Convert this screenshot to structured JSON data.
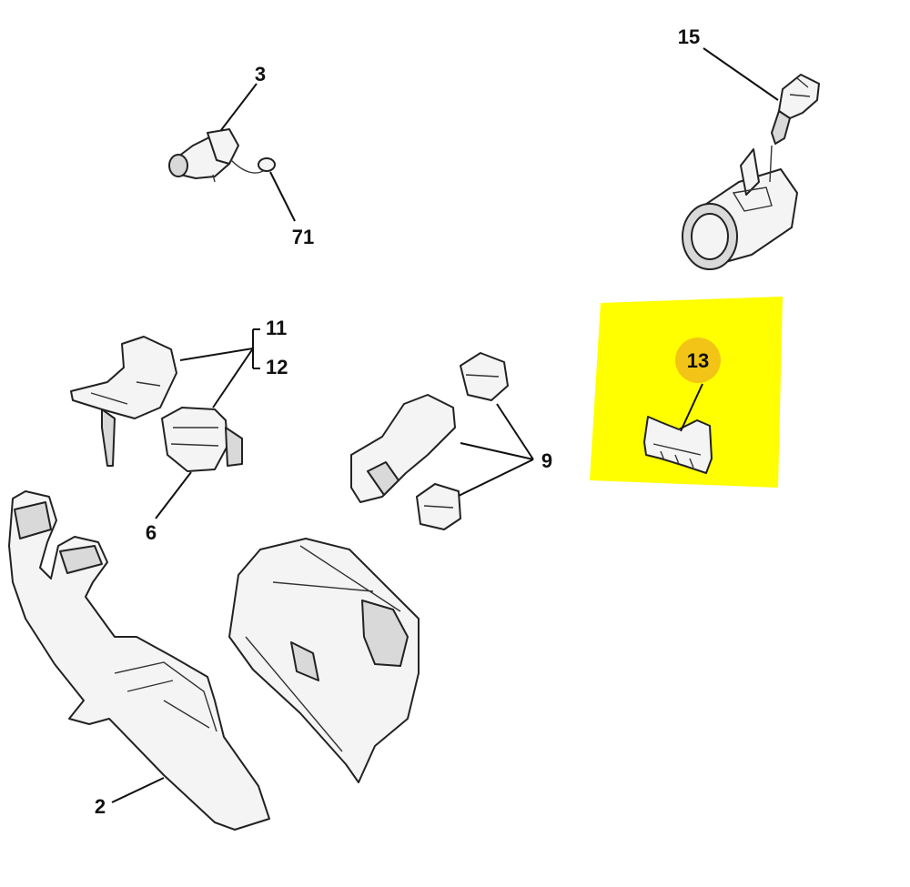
{
  "colors": {
    "highlight": "#ffff00",
    "marker": "#f2c418",
    "line": "#111111"
  },
  "callouts": {
    "c2": "2",
    "c3": "3",
    "c6": "6",
    "c9": "9",
    "c11": "11",
    "c12": "12",
    "c13": "13",
    "c15": "15",
    "c71": "71"
  },
  "highlighted_part": "13"
}
